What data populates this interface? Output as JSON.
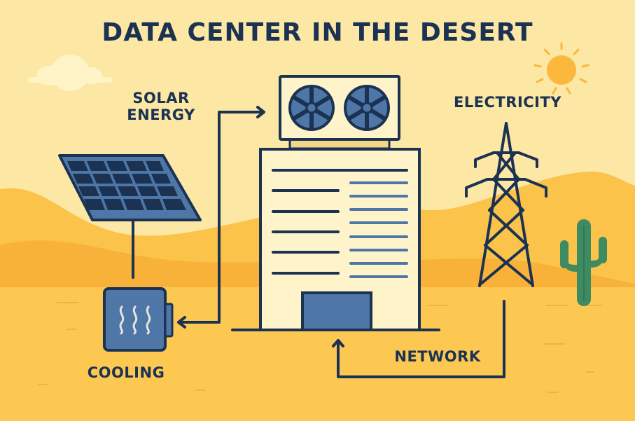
{
  "title": "DATA CENTER IN THE DESERT",
  "labels": {
    "solar_energy_line1": "SOLAR",
    "solar_energy_line2": "ENERGY",
    "electricity": "ELECTRICITY",
    "cooling": "COOLING",
    "network": "NETWORK"
  },
  "icons": [
    "cloud-icon",
    "sun-icon",
    "solar-panel-icon",
    "cooling-unit-icon",
    "fan-unit-icon",
    "data-center-building-icon",
    "power-tower-icon",
    "cactus-icon"
  ],
  "colors": {
    "sky": "#fce7a4",
    "sand": "#fbc94f",
    "dune": "#f9b53f",
    "ink": "#1b3252",
    "accent_blue": "#4e77a8",
    "building": "#fff3c9",
    "cactus": "#3d8a63",
    "sun": "#fbb83c"
  },
  "connections": [
    {
      "from": "solar panel",
      "to": "cooling unit"
    },
    {
      "from": "cooling unit",
      "to": "fan unit",
      "label": "SOLAR ENERGY"
    },
    {
      "from": "power tower",
      "to": "data center",
      "label": "NETWORK"
    }
  ]
}
